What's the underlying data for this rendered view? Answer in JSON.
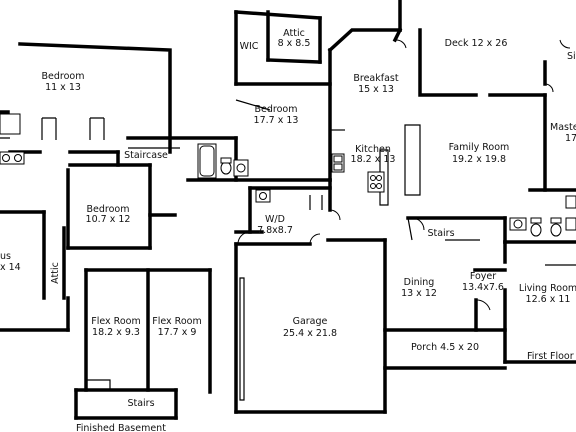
{
  "rooms": {
    "bedroom_nw": {
      "name": "Bedroom",
      "size": "11 x 13"
    },
    "attic_top": {
      "name": "Attic",
      "size": "8 x 8.5"
    },
    "wic": {
      "name": "WIC"
    },
    "bedroom_center": {
      "name": "Bedroom",
      "size": "17.7 x 13"
    },
    "deck": {
      "name": "Deck 12 x 26"
    },
    "breakfast": {
      "name": "Breakfast",
      "size": "15 x 13"
    },
    "master": {
      "name": "Maste",
      "size": "17"
    },
    "site_cut": {
      "name": "Sit"
    },
    "kitchen": {
      "name": "Kitchen",
      "size": "18.2 x 13"
    },
    "family_room": {
      "name": "Family Room",
      "size": "19.2 x 19.8"
    },
    "staircase": {
      "name": "Staircase"
    },
    "bedroom_sw": {
      "name": "Bedroom",
      "size": "10.7 x 12"
    },
    "wd": {
      "name": "W/D",
      "size": "7.8x8.7"
    },
    "stairs_main": {
      "name": "Stairs"
    },
    "bonus": {
      "name": "us",
      "size": "x 14"
    },
    "attic_side": {
      "name": "Attic"
    },
    "dining": {
      "name": "Dining",
      "size": "13 x 12"
    },
    "foyer": {
      "name": "Foyer",
      "size": "13.4x7.6"
    },
    "living_room": {
      "name": "Living Room",
      "size": "12.6 x 11"
    },
    "flex1": {
      "name": "Flex Room",
      "size": "18.2 x 9.3"
    },
    "flex2": {
      "name": "Flex Room",
      "size": "17.7 x 9"
    },
    "garage": {
      "name": "Garage",
      "size": "25.4 x 21.8"
    },
    "porch": {
      "name": "Porch 4.5 x 20"
    },
    "stairs_basement": {
      "name": "Stairs"
    }
  },
  "captions": {
    "first_floor": "First Floor",
    "finished_basement": "Finished Basement"
  }
}
